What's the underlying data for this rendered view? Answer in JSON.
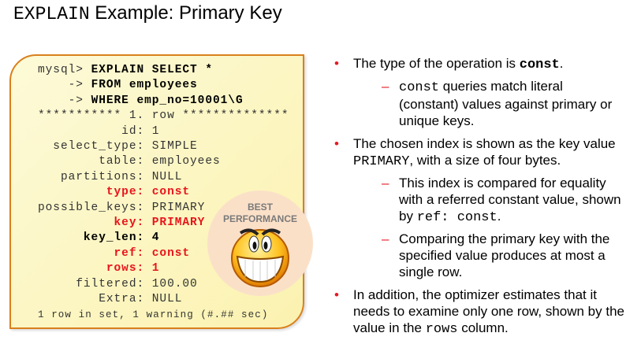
{
  "title": {
    "mono": "EXPLAIN",
    "rest": " Example: Primary Key"
  },
  "code": {
    "l1a": "mysql> ",
    "l1b": "EXPLAIN SELECT *",
    "l2a": "    -> ",
    "l2b": "FROM employees",
    "l3a": "    -> ",
    "l3b": "WHERE emp_no=10001\\G",
    "l4": "*********** 1. row **************",
    "id": "           id: 1",
    "select_type": "  select_type: SIMPLE",
    "table": "        table: employees",
    "partitions": "   partitions: NULL",
    "type": "         type: const",
    "possible_keys": "possible_keys: PRIMARY",
    "key": "          key: PRIMARY",
    "key_len": "      key_len: 4",
    "ref": "          ref: const",
    "rows": "         rows: 1",
    "filtered": "     filtered: 100.00",
    "extra": "        Extra: NULL",
    "footer": "1 row in set, 1 warning (#.## sec)"
  },
  "badge": {
    "line1": "BEST",
    "line2": "PERFORMANCE",
    "icon": "grinning-smiley-icon"
  },
  "bullets": [
    {
      "a": "The type of the operation is ",
      "b": "const",
      "c": "."
    },
    {
      "a": "The chosen index is shown as the key value ",
      "b": "PRIMARY",
      "c": ", with a size of four bytes."
    },
    {
      "a": "In addition, the optimizer estimates that it needs to examine only one row, shown by the value in the ",
      "b": "rows",
      "c": " column."
    }
  ],
  "subs": [
    {
      "a": "const",
      "b": " queries match literal (constant) values against primary or unique keys."
    },
    {
      "a": "This index is compared for equality with a referred constant value, shown by ",
      "b": "ref: const",
      "c": "."
    },
    {
      "a": "Comparing the primary key with the specified value produces at most a single row."
    }
  ],
  "colors": {
    "accent": "#e31b23",
    "border": "#d9801c",
    "box": "#fdf8c8"
  }
}
